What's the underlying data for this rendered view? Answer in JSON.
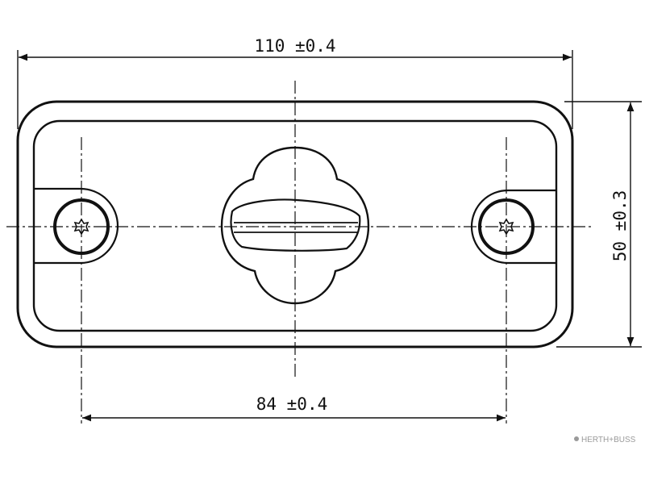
{
  "dimensions": {
    "width": "110 ±0.4",
    "height": "50 ±0.3",
    "hole_spacing": "84 ±0.4"
  },
  "watermark": "HERTH+BUSS",
  "colors": {
    "ink": "#111111",
    "watermark": "#9a9a9a",
    "background": "#ffffff"
  }
}
